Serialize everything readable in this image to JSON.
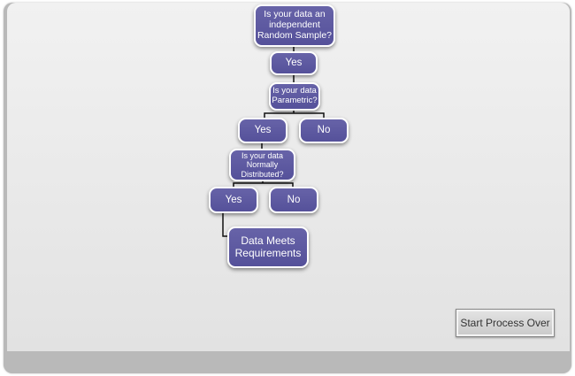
{
  "flowchart": {
    "nodes": {
      "q_random_sample": "Is your data an\nindependent\nRandom Sample?",
      "yes_random_sample": "Yes",
      "q_parametric": "Is your data\nParametric?",
      "yes_parametric": "Yes",
      "no_parametric": "No",
      "q_normal": "Is your data\nNormally\nDistributed?",
      "yes_normal": "Yes",
      "no_normal": "No",
      "result": "Data Meets\nRequirements"
    },
    "node_color": "#5a56a0",
    "connector_color": "#111111"
  },
  "controls": {
    "start_over_label": "Start Process Over"
  }
}
